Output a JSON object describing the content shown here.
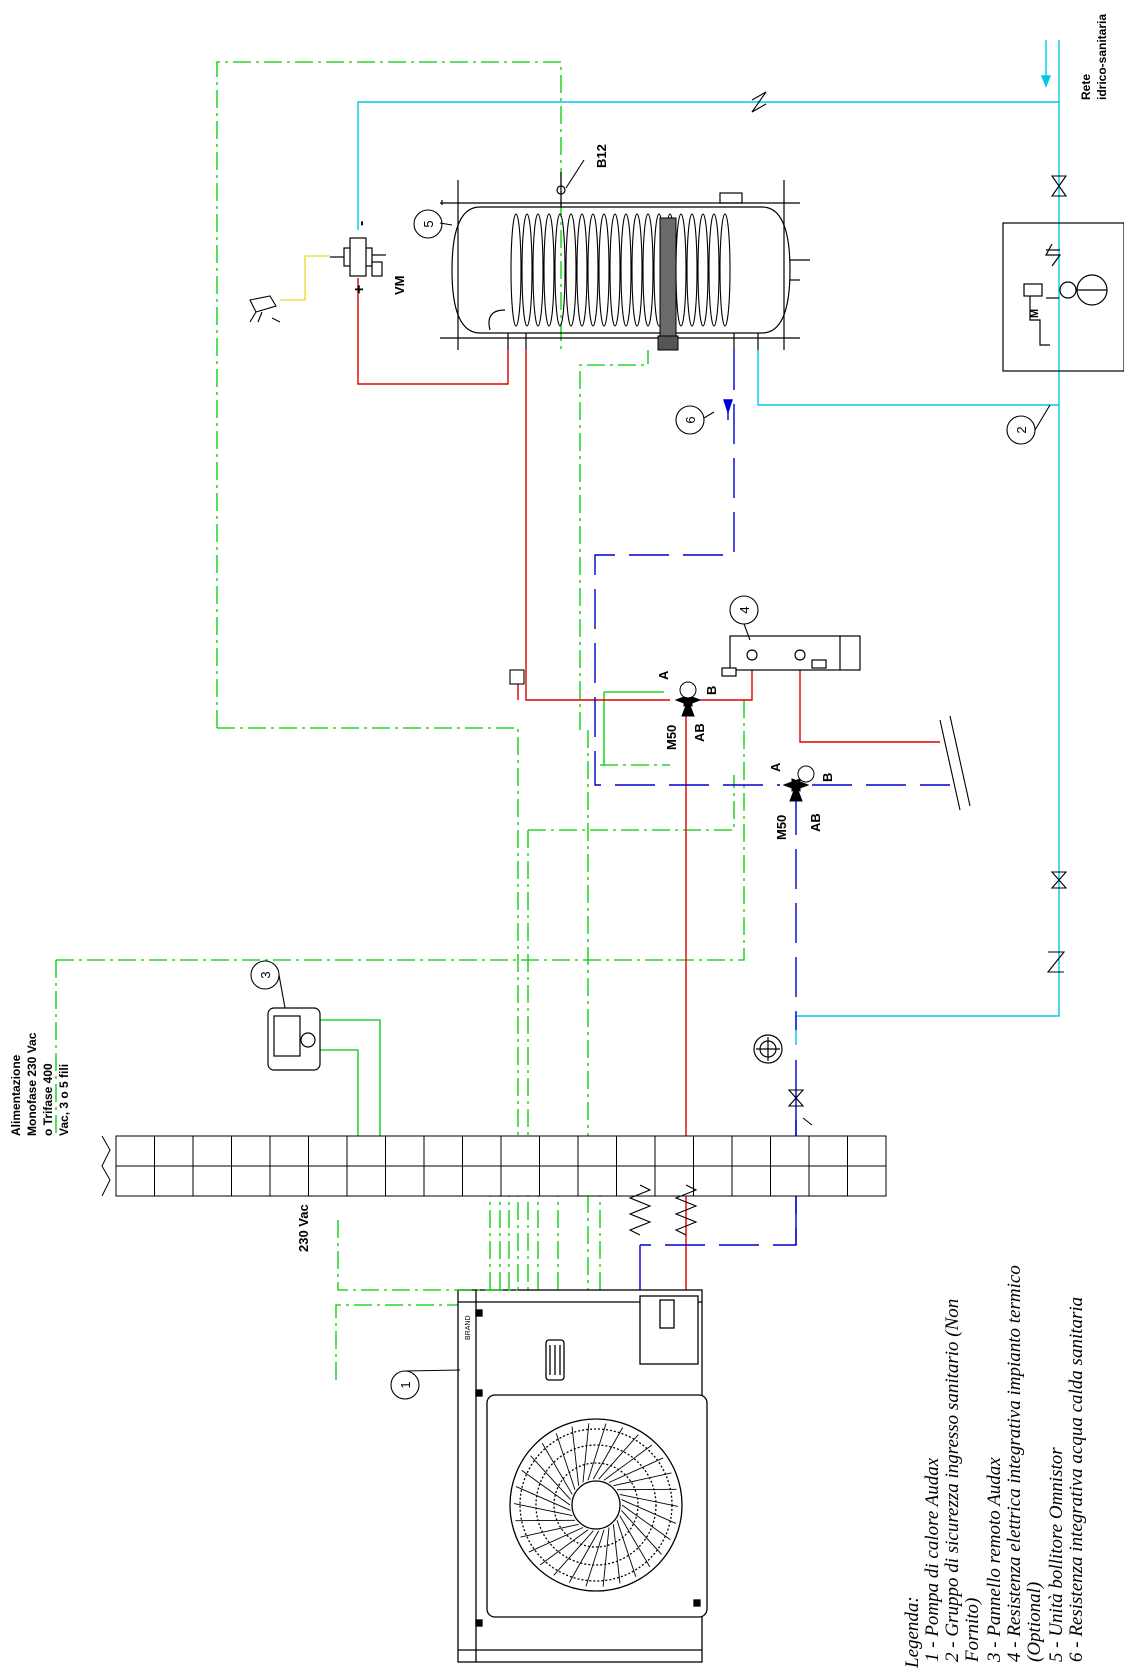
{
  "colors": {
    "water_supply": "#00c8e6",
    "hot": "#e00000",
    "return": "#0000cc",
    "electric": "#00cc00",
    "sensor": "#e6d200",
    "outline": "#000000"
  },
  "labels": {
    "rete": "Rete",
    "idrico": "idrico-sanitaria",
    "b12": "B12",
    "vm": "VM",
    "plus": "+",
    "minus": "-",
    "m_letter": "M",
    "m50_upper": "M50",
    "m50_lower": "M50",
    "a_upper": "A",
    "b_upper": "B",
    "ab_upper": "AB",
    "a_lower": "A",
    "b_lower": "B",
    "ab_lower": "AB",
    "alim_1": "Alimentazione",
    "alim_2": "Monofase 230 Vac",
    "alim_3": "o Trifase 400",
    "alim_4": "Vac, 3 o 5 fili",
    "v230": "230 Vac"
  },
  "callouts": [
    "1",
    "2",
    "3",
    "4",
    "5",
    "6"
  ],
  "legend": {
    "title": "Legenda:",
    "items": [
      "1 -   Pompa di calore Audax",
      "2 -   Gruppo di sicurezza ingresso sanitario (Non",
      "       Fornito)",
      "3 -   Pannello remoto Audax",
      "4 -   Resistenza elettrica integrativa impianto termico",
      "       (Optional)",
      "5 -   Unità bollitore Omnistor",
      "6 -   Resistenza integrativa acqua calda sanitaria"
    ]
  }
}
